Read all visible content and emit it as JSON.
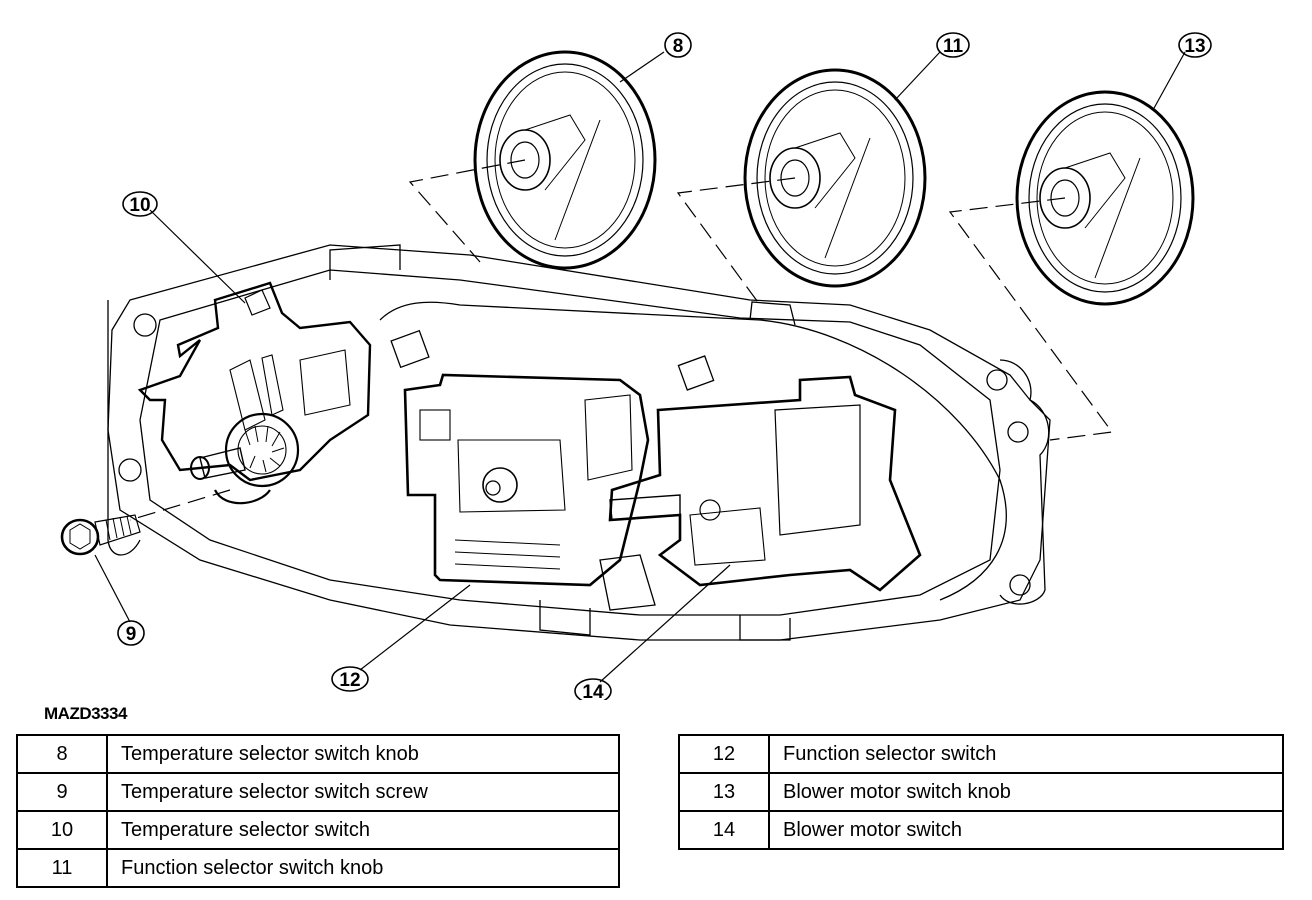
{
  "figure": {
    "code": "MAZD3334",
    "subject": "Climate control assembly exploded view",
    "callouts": [
      "8",
      "9",
      "10",
      "11",
      "12",
      "13",
      "14"
    ]
  },
  "legend": {
    "left": [
      {
        "num": "8",
        "desc": "Temperature selector switch knob"
      },
      {
        "num": "9",
        "desc": "Temperature selector switch screw"
      },
      {
        "num": "10",
        "desc": "Temperature selector switch"
      },
      {
        "num": "11",
        "desc": "Function selector switch knob"
      }
    ],
    "right": [
      {
        "num": "12",
        "desc": "Function selector switch"
      },
      {
        "num": "13",
        "desc": "Blower motor switch knob"
      },
      {
        "num": "14",
        "desc": "Blower motor switch"
      }
    ]
  }
}
